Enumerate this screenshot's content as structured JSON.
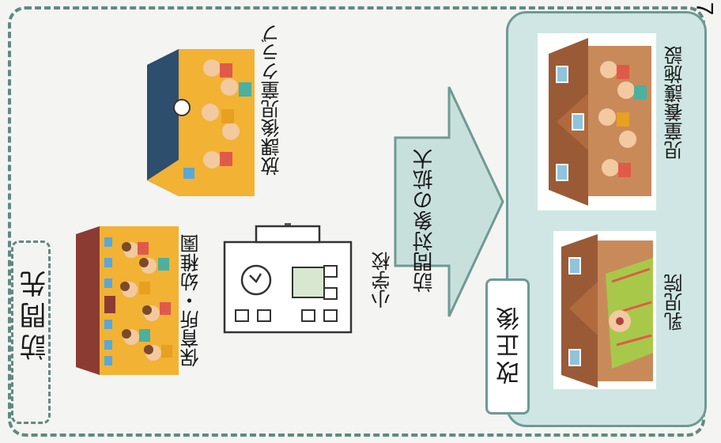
{
  "page_number": "7",
  "visit_label": "訪問先",
  "current_places": [
    {
      "label": "保育所・幼稚園",
      "icon": "nursery-building"
    },
    {
      "label": "小学校",
      "icon": "school-building"
    },
    {
      "label": "放課後児童クラブ",
      "icon": "after-school-club"
    }
  ],
  "arrow_label": "訪問対象の拡大",
  "after_label": "改正後",
  "new_places": [
    {
      "label": "乳児院",
      "icon": "infant-home"
    },
    {
      "label": "児童養護施設",
      "icon": "childcare-facility"
    }
  ],
  "colors": {
    "frame": "#5f8a82",
    "panel": "#cfe6e4",
    "arrow": "#c8e0dc"
  }
}
